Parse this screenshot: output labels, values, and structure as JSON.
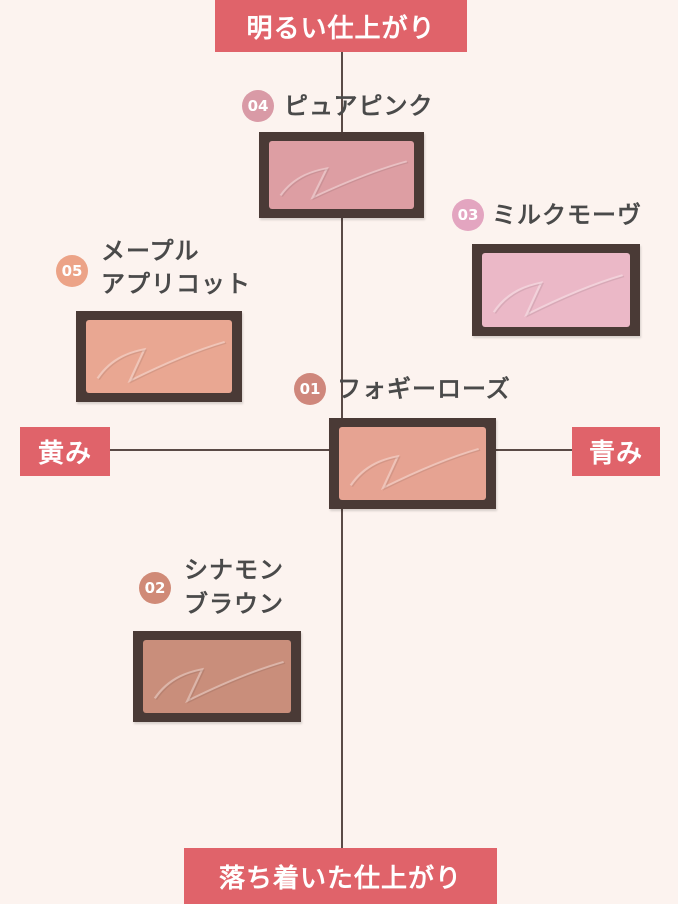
{
  "axes": {
    "top": "明るい仕上がり",
    "bottom": "落ち着いた仕上がり",
    "left": "黄み",
    "right": "青み"
  },
  "colors": {
    "accent": "#e0636a",
    "frame": "#4a3a36",
    "background": "#fcf3ef"
  },
  "shades": [
    {
      "number": "04",
      "name_lines": [
        "ピュアピンク"
      ],
      "pan_color": "#dd9ea3",
      "badge_color": "#d99aa6"
    },
    {
      "number": "03",
      "name_lines": [
        "ミルクモーヴ"
      ],
      "pan_color": "#ebb8c7",
      "badge_color": "#e3a5c0"
    },
    {
      "number": "05",
      "name_lines": [
        "メープル",
        "アプリコット"
      ],
      "pan_color": "#e9a792",
      "badge_color": "#eca387"
    },
    {
      "number": "01",
      "name_lines": [
        "フォギーローズ"
      ],
      "pan_color": "#e6a392",
      "badge_color": "#cf877c"
    },
    {
      "number": "02",
      "name_lines": [
        "シナモン",
        "ブラウン"
      ],
      "pan_color": "#c98e7b",
      "badge_color": "#d08a77"
    }
  ]
}
